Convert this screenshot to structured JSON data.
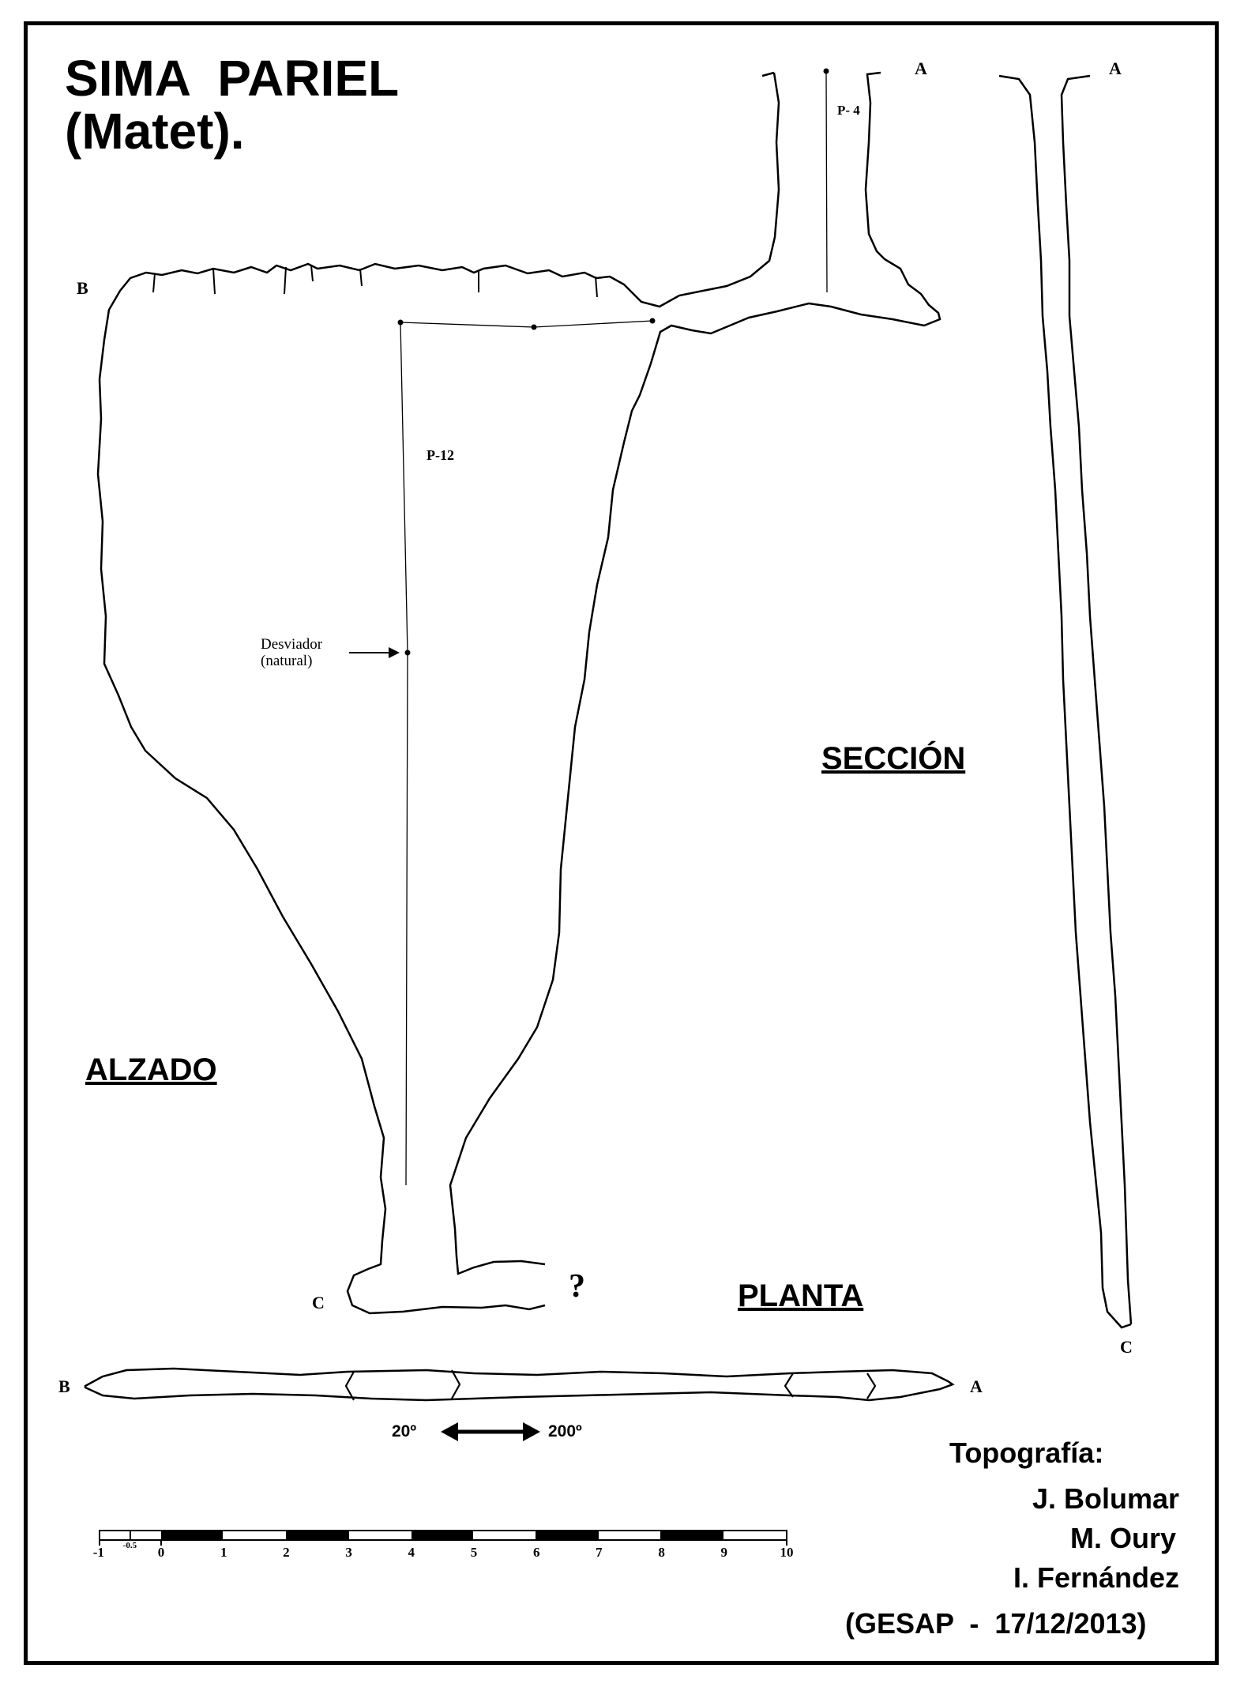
{
  "title": {
    "line1": "SIMA  PARIEL",
    "line2": "(Matet)."
  },
  "views": {
    "section": "SECCIÓN",
    "elevation": "ALZADO",
    "plan": "PLANTA"
  },
  "stations": {
    "a": "A",
    "b": "B",
    "c": "C"
  },
  "pitches": {
    "p4": "P- 4",
    "p12": "P-12"
  },
  "deviation_note": {
    "line1": "Desviador",
    "line2": "(natural)"
  },
  "unexplored_mark": "?",
  "bearing": {
    "left": "20º",
    "right": "200º"
  },
  "scale_bar": {
    "ticks": [
      "-1",
      "-0.5",
      "0",
      "1",
      "2",
      "3",
      "4",
      "5",
      "6",
      "7",
      "8",
      "9",
      "10"
    ]
  },
  "credits": {
    "heading": "Topografía:",
    "authors": [
      "J. Bolumar",
      "M. Oury",
      "I. Fernández"
    ],
    "group_date": "(GESAP  -  17/12/2013)"
  }
}
